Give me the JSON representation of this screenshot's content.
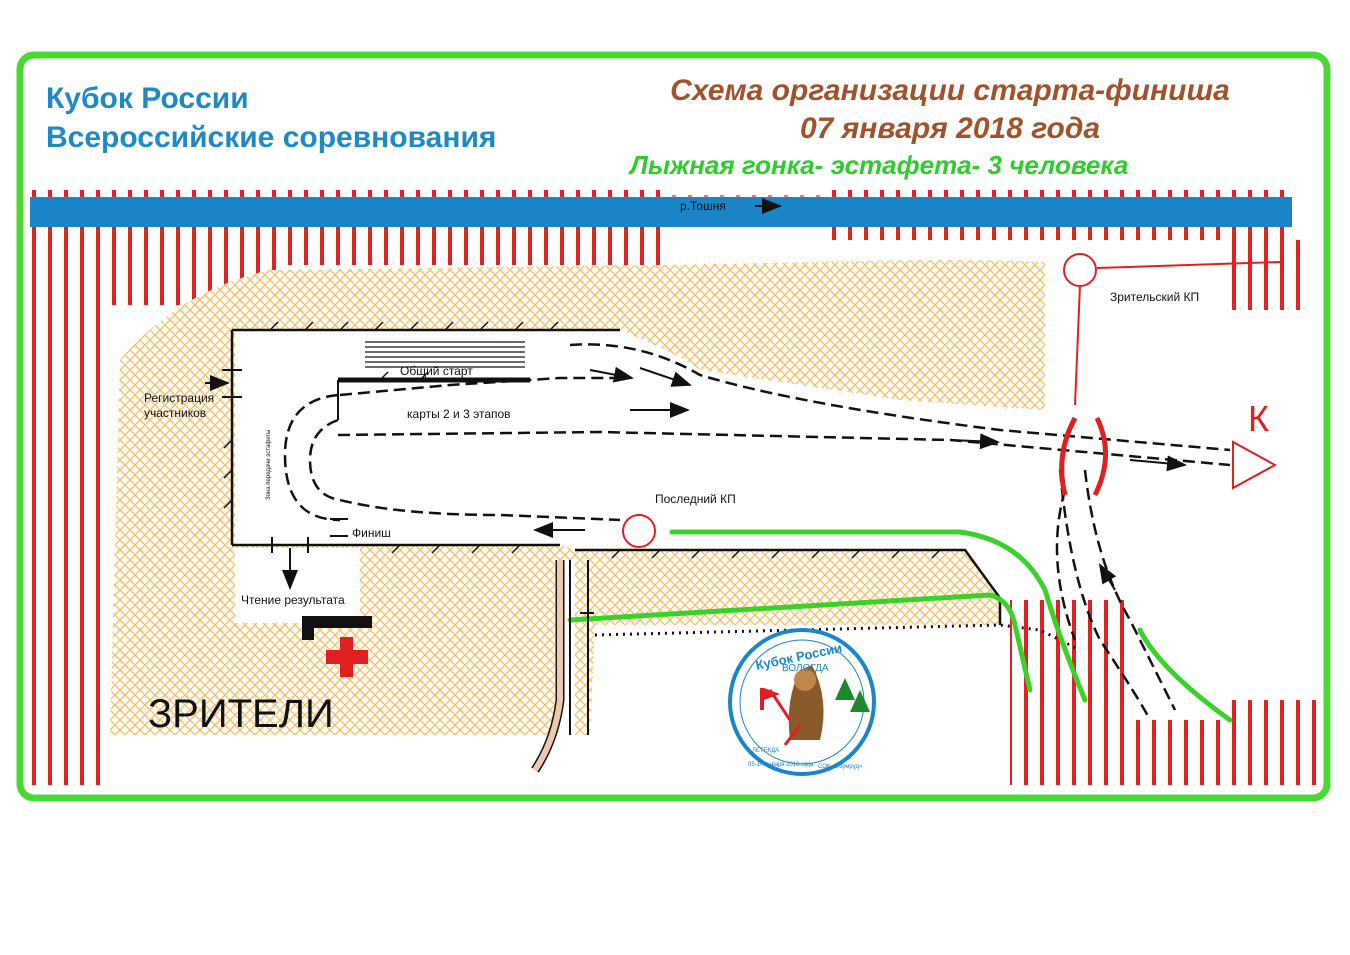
{
  "header": {
    "line1": "Кубок России",
    "line2": "Всероссийские соревнования",
    "scheme_title": "Схема организации старта-финиша",
    "scheme_date": "07 января 2018 года",
    "race_type": "Лыжная гонка- эстафета- 3 человека"
  },
  "labels": {
    "river": "р.Тошня",
    "spectator_cp": "Зрительский КП",
    "registration_1": "Регистрация",
    "registration_2": "участников",
    "mass_start": "Общий старт",
    "maps_stages": "карты 2 и 3 этапов",
    "relay_zone": "Зона передачи эстафеты",
    "last_cp": "Последний КП",
    "finish": "Финиш",
    "results": "Чтение результата",
    "spectators": "ЗРИТЕЛИ",
    "control_letter": "К"
  },
  "logo": {
    "top_text": "Кубок России",
    "city": "ВОЛОГДА",
    "bottom_text": "05-10 января 2018 года",
    "bottom_text_2": "СОК «Изумруд»",
    "small": "ЛЕТЕКДА"
  },
  "colors": {
    "frame": "#4cd833",
    "river": "#1a86c8",
    "fence": "#e62020",
    "spectator_area": "#f5c27a",
    "track": "#111111",
    "green_track": "#3ad22a",
    "cp": "#e02020"
  }
}
